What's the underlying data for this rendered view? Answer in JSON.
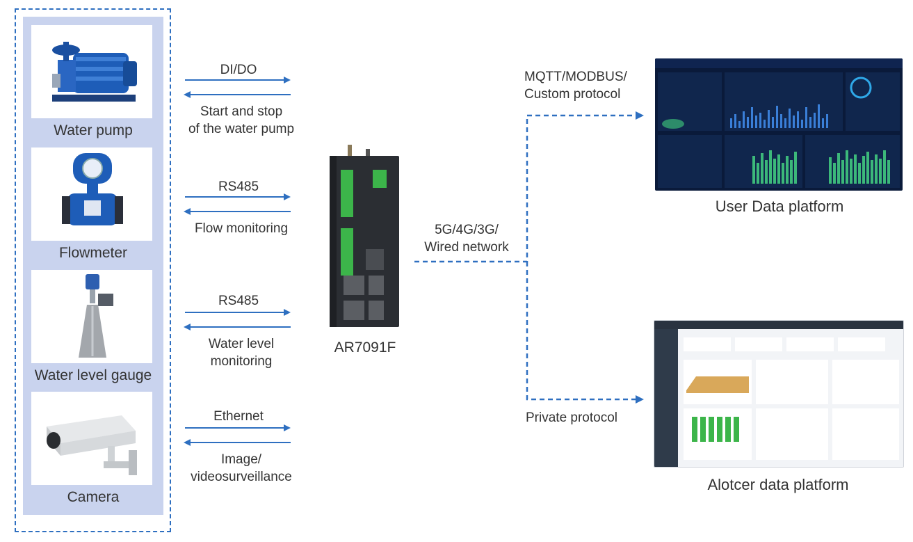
{
  "devices": [
    {
      "label": "Water pump",
      "icon": "water-pump-icon"
    },
    {
      "label": "Flowmeter",
      "icon": "flowmeter-icon"
    },
    {
      "label": "Water level gauge",
      "icon": "radar-level-gauge-icon"
    },
    {
      "label": "Camera",
      "icon": "camera-icon"
    }
  ],
  "links": [
    {
      "top": "DI/DO",
      "bottom": "Start and stop\nof the water pump"
    },
    {
      "top": "RS485",
      "bottom": "Flow monitoring"
    },
    {
      "top": "RS485",
      "bottom": "Water level\nmonitoring"
    },
    {
      "top": "Ethernet",
      "bottom": "Image/\nvideosurveillance"
    }
  ],
  "router": {
    "name": "AR7091F",
    "icon": "router-icon"
  },
  "uplink": {
    "label": "5G/4G/3G/\nWired network"
  },
  "platforms": [
    {
      "protocol": "MQTT/MODBUS/\nCustom protocol",
      "name": "User Data platform"
    },
    {
      "protocol": "Private protocol",
      "name": "Alotcer data platform"
    }
  ],
  "colors": {
    "accent": "#2e6fc0",
    "panel": "#c9d3ee",
    "dashboard_bg": "#0a1a3a",
    "chart_green": "#3cb54a"
  }
}
